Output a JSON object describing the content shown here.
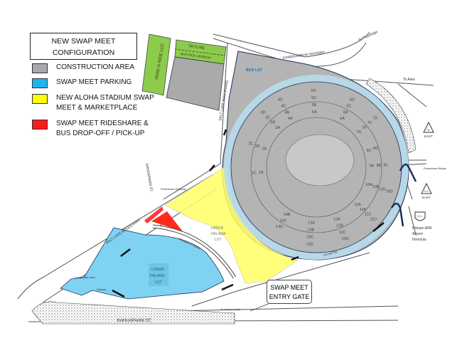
{
  "legend": {
    "title_line1": "NEW SWAP MEET",
    "title_line2": "CONFIGURATION",
    "items": [
      {
        "label": "CONSTRUCTION AREA",
        "color": "#a9a9a9"
      },
      {
        "label": "SWAP MEET PARKING",
        "color": "#1fb4ec"
      },
      {
        "label_line1": "NEW ALOHA STADIUM SWAP",
        "label_line2": "MEET & MARKETPLACE",
        "color": "#ffff00"
      },
      {
        "label_line1": "SWAP MEET RIDESHARE &",
        "label_line2": "BUS DROP-OFF / PICK-UP",
        "color": "#ff1a1a"
      }
    ]
  },
  "map": {
    "park_ride_lot": "PARK N RIDE LOT",
    "skyline_1": "SKYLINE",
    "skyline_2": "BUS PICK-UP/DROP",
    "kamehameha_hwy": "KAMEHAMEHA HIGHWAY",
    "to_pearlridge": "To Pearlridge",
    "to_aiea": "To Aiea",
    "salt_lake_blvd_upper": "SALT LAKE BOULEVARD",
    "salt_lake_blvd_lower": "SALT LAKE BOULEVARD",
    "kahuapaani_st": "KAHUAPAANI ST.",
    "kahuapaani_st_upper": "KAHUAPAANI ST.",
    "bus_lot": "BUS LOT",
    "pedestrian_walkway": "Pedestrian Walkway",
    "pedestrian_bridge": "Pedestrian Bridge",
    "upper_halawa_1": "UPPER",
    "upper_halawa_2": "HALAWA",
    "upper_halawa_3": "LOT",
    "lower_halawa_1": "LOWER",
    "lower_halawa_2": "HALAWA",
    "lower_halawa_3": "LOT",
    "halawa_stream": "HALAWA STREAM",
    "lower_salt_lake": "Lower Salt Lake",
    "halawa": "Halawa",
    "to_halawa_gate": "To Halawa Gate",
    "circular_rd": "Circular Rd.",
    "route_78": "78",
    "route_78_dir": "EAST",
    "route_h1_top": "H-1",
    "route_h1_top_dir": "EAST",
    "route_h1": "H-1",
    "hickam_1": "Hickam AFB",
    "hickam_2": "Airport",
    "hickam_3": "Honolulu",
    "entry_gate_1": "SWAP MEET",
    "entry_gate_2": "ENTRY GATE",
    "sections": [
      "4D",
      "4C",
      "4B",
      "4A",
      "5D",
      "5C",
      "5B",
      "5A",
      "6D",
      "6C",
      "6B",
      "6A",
      "7D",
      "7C",
      "7B",
      "7A",
      "8D",
      "8C",
      "9A",
      "9B",
      "9C",
      "10A",
      "10B",
      "10C",
      "10D",
      "11A",
      "11B",
      "11C",
      "11D",
      "12A",
      "12B",
      "12C",
      "12D",
      "13A",
      "13B",
      "13C",
      "13D",
      "14B",
      "14C",
      "14D",
      "1B",
      "1C",
      "2A",
      "2B",
      "2C",
      "3D",
      "3C",
      "3B",
      "3A"
    ]
  }
}
